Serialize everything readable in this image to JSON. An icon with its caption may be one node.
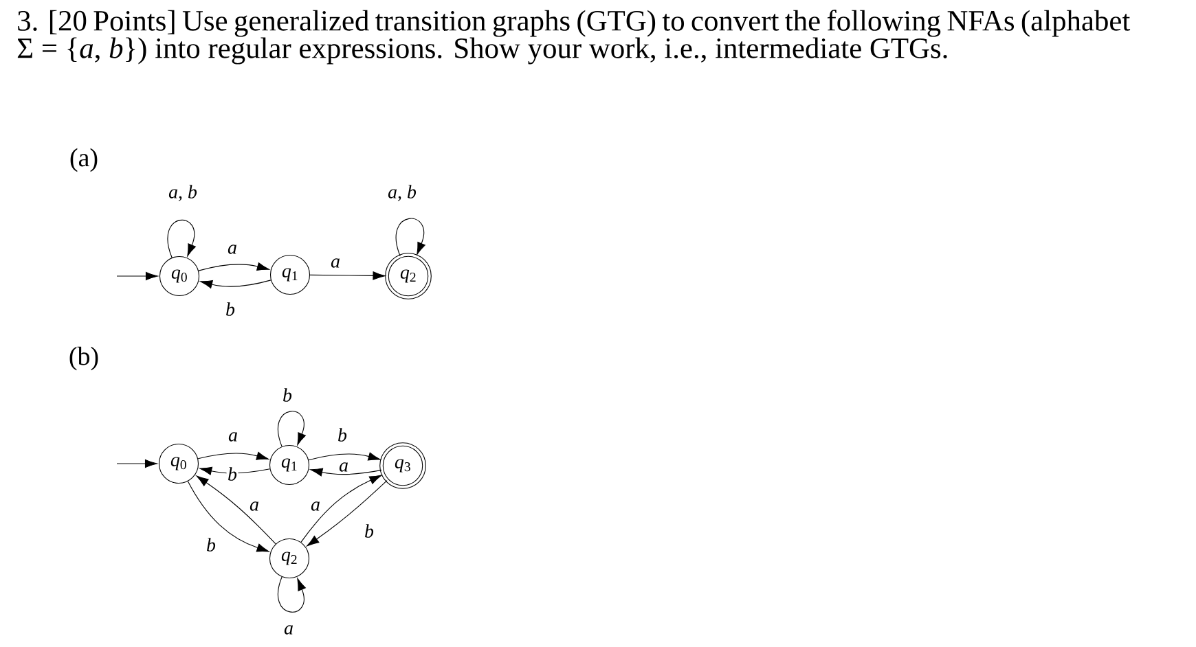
{
  "diagram": {
    "title": "3. [20 Points] Use generalized transition graphs (GTG) to convert the following NFAs (alphabet Σ = {*a*, *b*}) into regular expressions. Show your work, i.e., intermediate GTGs.",
    "labels": [
      "(a)",
      "(b)"
    ],
    "nodes": [
      {
        "text": [
          "*q*$_{0}$"
        ]
      },
      {
        "text": [
          "*q*$_{1}$"
        ]
      },
      {
        "text": [
          "*q*$_{2}$"
        ]
      },
      {
        "text": [
          "*q*$_{0}$"
        ]
      },
      {
        "text": [
          "*q*$_{1}$"
        ]
      },
      {
        "text": [
          "*q*$_{2}$"
        ]
      },
      {
        "text": [
          "*q*$_{3}$"
        ]
      }
    ],
    "edges": [
      {
        "from": null,
        "to": 0,
        "arrow": "to"
      },
      {
        "from": 0,
        "to": 0,
        "arrow": "to",
        "label": "a, b"
      },
      {
        "from": 0,
        "to": 1,
        "arrow": "to",
        "label": "a"
      },
      {
        "from": 1,
        "to": 0,
        "arrow": "to",
        "label": "b"
      },
      {
        "from": 1,
        "to": 2,
        "arrow": "to",
        "label": "a"
      },
      {
        "from": 2,
        "to": 2,
        "arrow": "to",
        "label": "a, b"
      },
      {
        "from": null,
        "to": 3,
        "arrow": "to"
      },
      {
        "from": 3,
        "to": 4,
        "arrow": "to",
        "label": "a"
      },
      {
        "from": 4,
        "to": 3,
        "arrow": "to",
        "label": "b"
      },
      {
        "from": 4,
        "to": 4,
        "arrow": "to",
        "label": "b"
      },
      {
        "from": 4,
        "to": 6,
        "arrow": "to",
        "label": "b"
      },
      {
        "from": 6,
        "to": 4,
        "arrow": "to",
        "label": "a"
      },
      {
        "from": 3,
        "to": 5,
        "arrow": "to",
        "label": "b"
      },
      {
        "from": 5,
        "to": 3,
        "arrow": "to",
        "label": "a"
      },
      {
        "from": 5,
        "to": 6,
        "arrow": "to",
        "label": "a"
      },
      {
        "from": 6,
        "to": 5,
        "arrow": "to",
        "label": "b"
      },
      {
        "from": 5,
        "to": 5,
        "arrow": "to",
        "label": "a"
      }
    ]
  }
}
